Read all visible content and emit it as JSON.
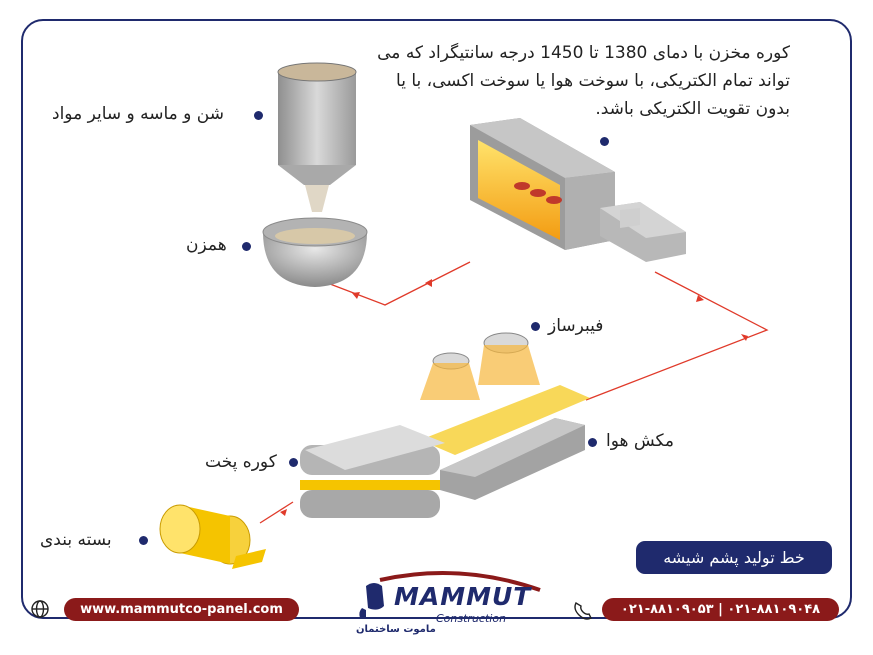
{
  "description": "کوره مخزن با دمای 1380 تا 1450 درجه سانتیگراد که می تواند تمام الکتریکی، با سوخت هوا یا سوخت اکسی، با یا بدون تقویت الکتریکی باشد.",
  "labels": {
    "sand": "شن و ماسه و سایر مواد",
    "mixer": "همزن",
    "fiberizer": "فیبرساز",
    "air_suction": "مکش هوا",
    "curing_oven": "کوره پخت",
    "packaging": "بسته بندی"
  },
  "title": "خط تولید پشم شیشه",
  "footer": {
    "website": "www.mammutco-panel.com",
    "phones": "۰۲۱-۸۸۱۰۹۰۵۳ | ۰۲۱-۸۸۱۰۹۰۴۸"
  },
  "brand": {
    "name": "MAMMUT",
    "sub": "Construction",
    "persian": "ماموت ساختمان"
  },
  "colors": {
    "navy": "#1f2a6d",
    "maroon": "#8b1a1a",
    "flow_line": "#e03a2a",
    "glass": "#f5c400"
  }
}
